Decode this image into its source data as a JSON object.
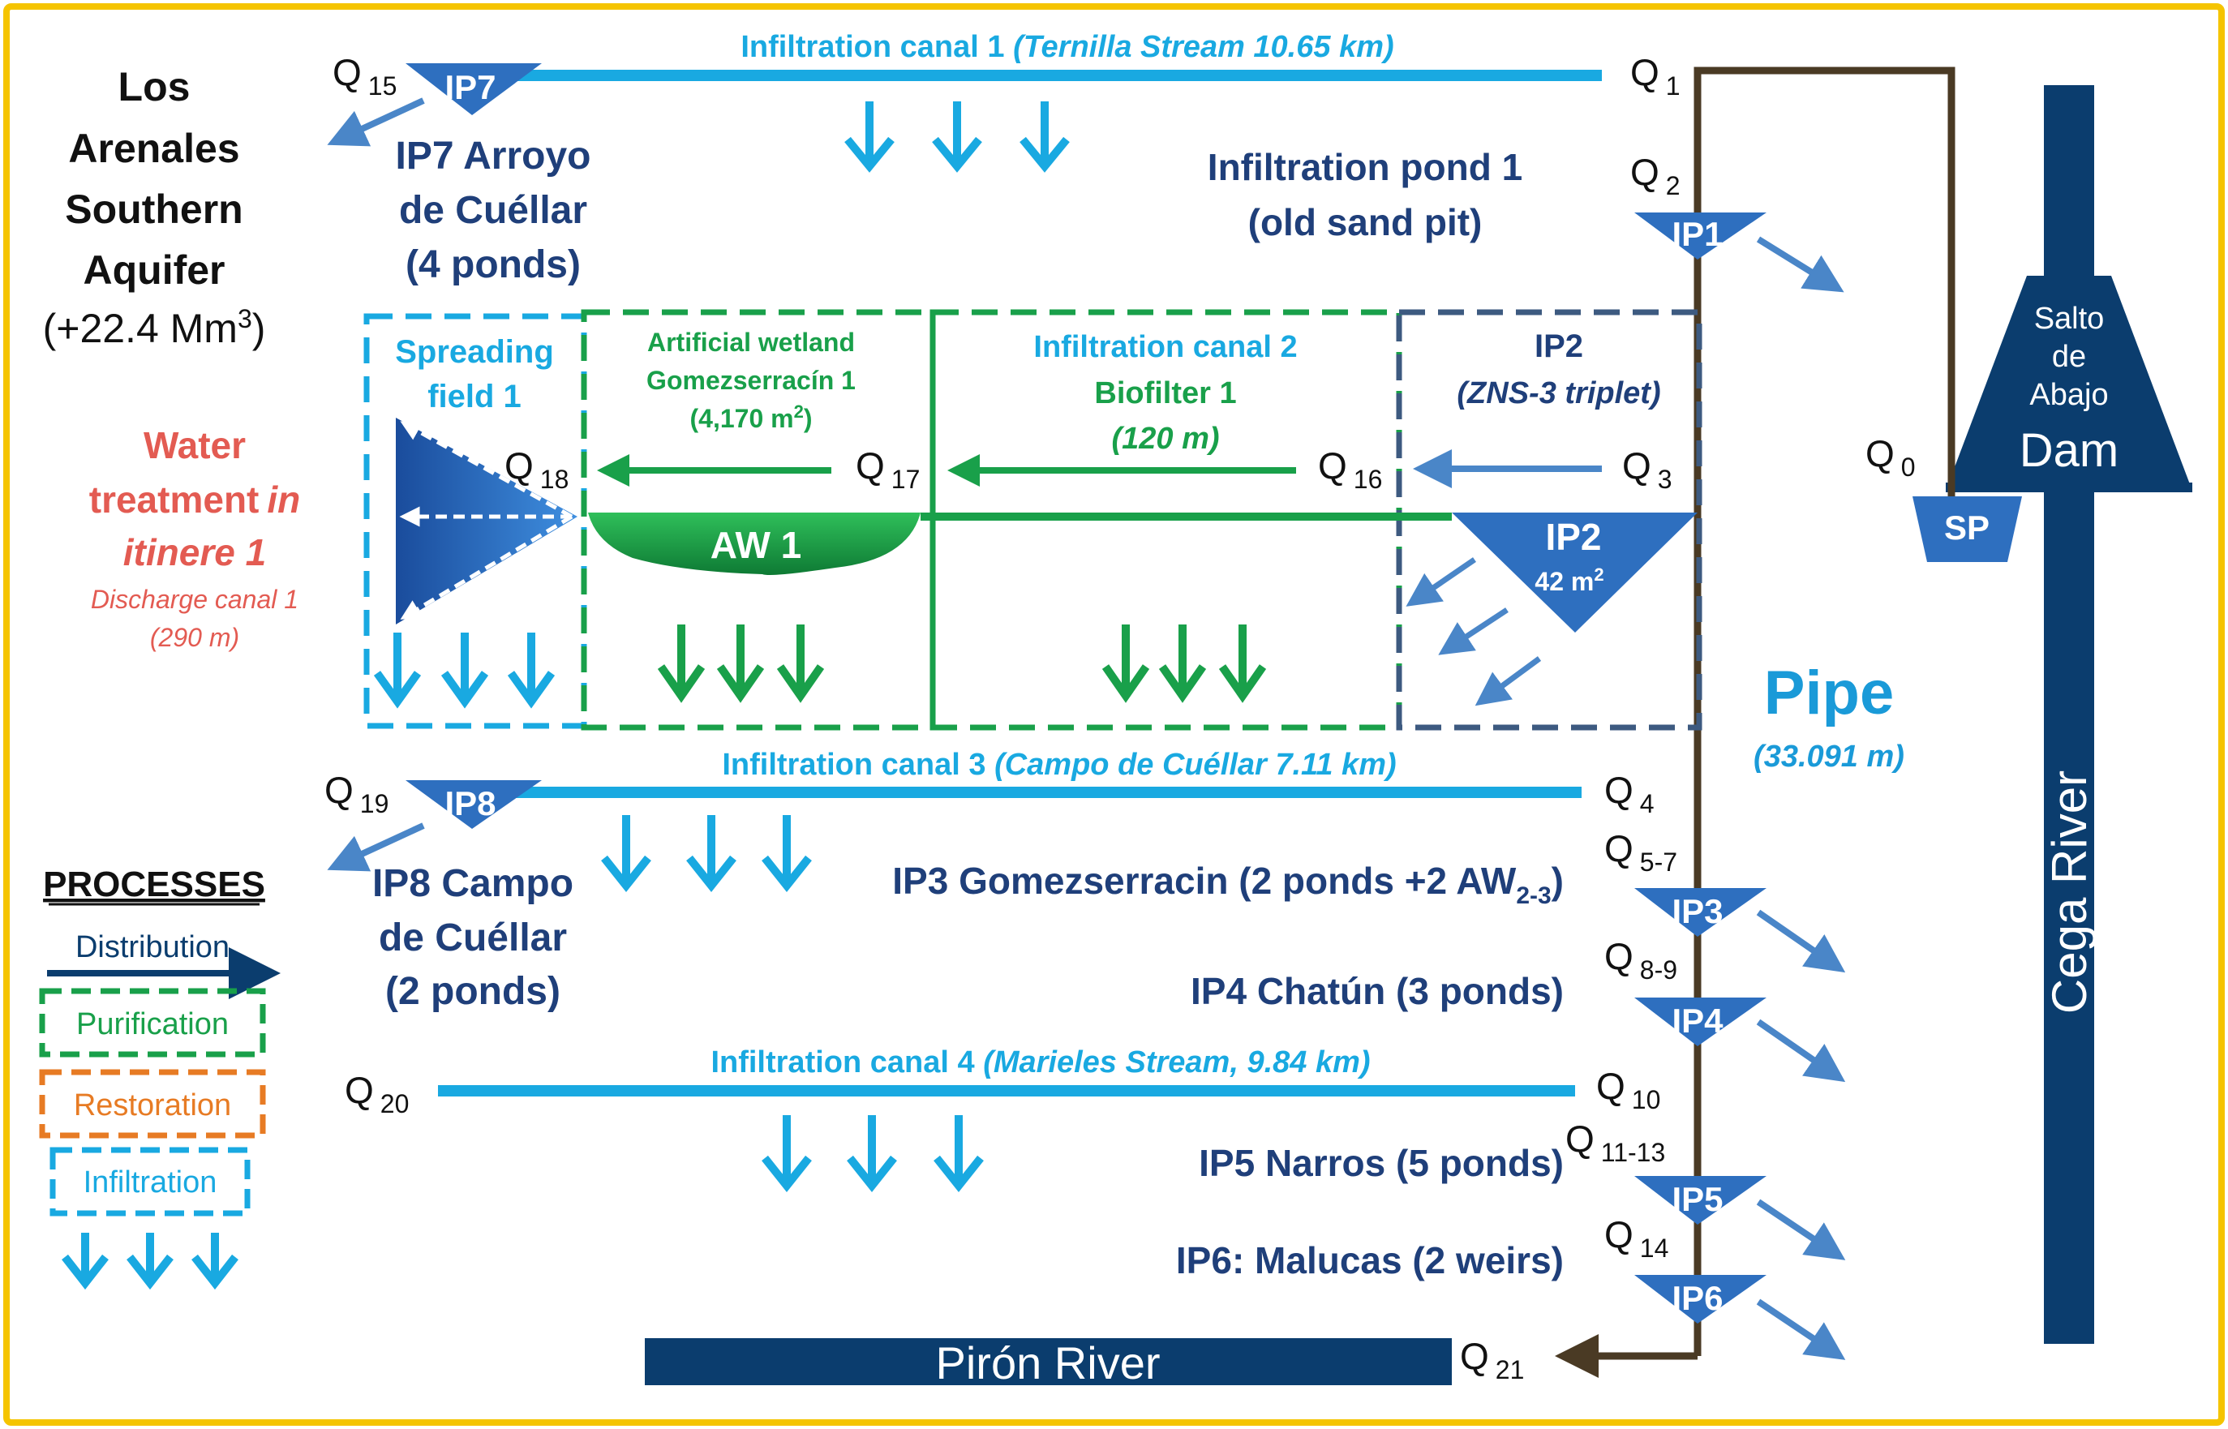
{
  "title_block": {
    "line1": "Los",
    "line2": "Arenales",
    "line3": "Southern",
    "line4": "Aquifer",
    "volume": "(+22.4 Mm",
    "volume_sup": "3",
    "volume_end": ")"
  },
  "water_treatment": {
    "line1": "Water",
    "line2": "treatment",
    "line2_italic": "in",
    "line3": "itinere 1",
    "sub1": "Discharge canal 1",
    "sub2": "(290 m)"
  },
  "canal1": {
    "label": "Infiltration canal 1 ",
    "italic": "(Ternilla Stream 10.65 km)"
  },
  "canal3": {
    "label": "Infiltration canal 3 ",
    "italic": "(Campo de Cuéllar 7.11 km)"
  },
  "canal4": {
    "label": "Infiltration canal 4 ",
    "italic": "(Marieles Stream, 9.84 km)"
  },
  "ip7": {
    "tag": "IP7",
    "line1": "IP7 Arroyo",
    "line2": "de Cuéllar",
    "line3": "(4 ponds)"
  },
  "ip8": {
    "tag": "IP8",
    "line1": "IP8 Campo",
    "line2": "de Cuéllar",
    "line3": "(2 ponds)"
  },
  "pond1": {
    "line1": "Infiltration pond 1",
    "line2": "(old sand pit)"
  },
  "spreading": {
    "line1": "Spreading",
    "line2": "field 1"
  },
  "wetland": {
    "line1": "Artificial wetland",
    "line2": "Gomezserracín 1",
    "line3": "(4,170 m",
    "line3_sup": "2",
    "line3_end": ")",
    "aw": "AW 1"
  },
  "canal2": {
    "line1": "Infiltration canal 2",
    "line2": "Biofilter 1",
    "line3": "(120 m)"
  },
  "ip2box": {
    "line1": "IP2",
    "line2": "(ZNS-3 triplet)",
    "tag": "IP2",
    "area": "42 m",
    "area_sup": "2"
  },
  "ponds": {
    "ip1": "IP1",
    "ip3": "IP3",
    "ip4": "IP4",
    "ip5": "IP5",
    "ip6": "IP6",
    "sp": "SP"
  },
  "pond_labels": {
    "ip3": "IP3 Gomezserracin (2 ponds +2 AW",
    "ip3_sub": "2-3",
    "ip3_end": ")",
    "ip4": "IP4 Chatún (3 ponds)",
    "ip5": "IP5 Narros (5 ponds)",
    "ip6": "IP6: Malucas (2 weirs)"
  },
  "pipe": {
    "label": "Pipe",
    "length": "(33.091 m)"
  },
  "dam": {
    "line1": "Salto",
    "line2": "de",
    "line3": "Abajo",
    "line4": "Dam"
  },
  "cega": "Cega River",
  "piron": "Pirón River",
  "flows": {
    "q0": "0",
    "q1": "1",
    "q2": "2",
    "q3": "3",
    "q4": "4",
    "q5_7": "5-7",
    "q8_9": "8-9",
    "q10": "10",
    "q11_13": "11-13",
    "q14": "14",
    "q15": "15",
    "q16": "16",
    "q17": "17",
    "q18": "18",
    "q19": "19",
    "q20": "20",
    "q21": "21",
    "q_letter": "Q"
  },
  "legend": {
    "title": "PROCESSES",
    "distribution": "Distribution",
    "purification": "Purification",
    "restoration": "Restoration",
    "infiltration": "Infiltration"
  },
  "colors": {
    "frame": "#f5c400",
    "navy": "#0b3d6e",
    "dark_blue": "#1f3f7a",
    "canal_blue": "#19a9e1",
    "light_blue": "#2e8fd8",
    "green": "#19a04a",
    "orange": "#e77b24",
    "red": "#e35b52",
    "pipe_brown": "#4a3a24"
  }
}
